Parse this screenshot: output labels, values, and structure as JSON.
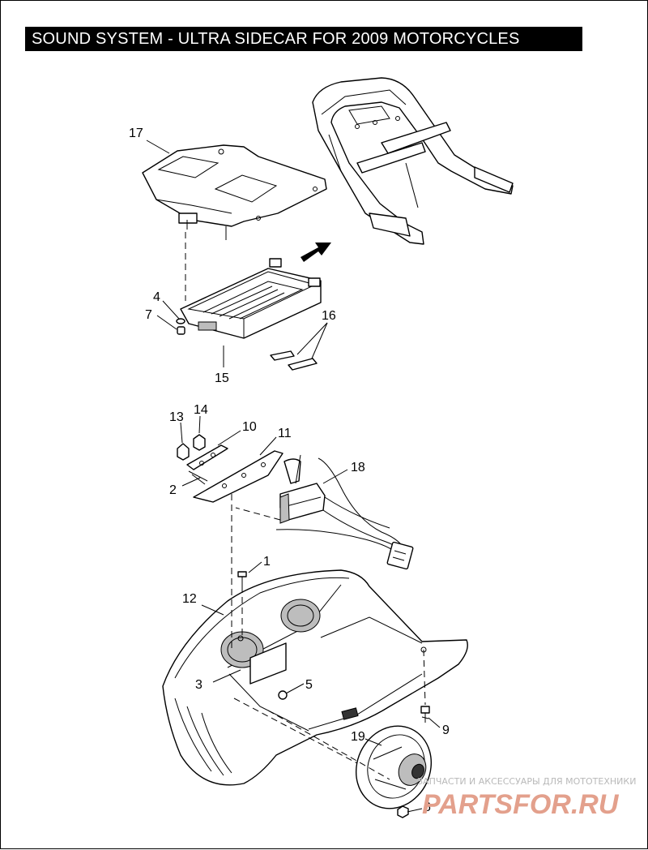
{
  "title": "SOUND SYSTEM - ULTRA SIDECAR FOR 2009 MOTORCYCLES",
  "callouts": {
    "c1": "1",
    "c2": "2",
    "c3": "3",
    "c4": "4",
    "c5": "5",
    "c6": "6",
    "c7": "7",
    "c9": "9",
    "c10": "10",
    "c11": "11",
    "c12": "12",
    "c13": "13",
    "c14": "14",
    "c15": "15",
    "c16": "16",
    "c17": "17",
    "c18": "18",
    "c19": "19"
  },
  "watermark": {
    "tagline": "ЗАПЧАСТИ И АКСЕССУАРЫ ДЛЯ МОТОТЕХНИКИ",
    "brand": "PARTSFOR.RU"
  }
}
